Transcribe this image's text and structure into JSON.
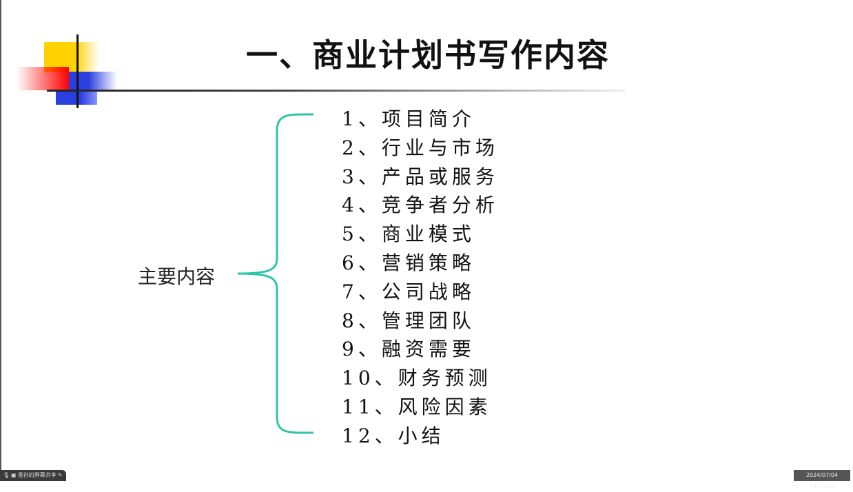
{
  "slide": {
    "title": "一、商业计划书写作内容",
    "group_label": "主要内容",
    "items": [
      "1、项目简介",
      "2、行业与市场",
      "3、产品或服务",
      "4、竞争者分析",
      "5、商业模式",
      "6、营销策略",
      "7、公司战略",
      "8、管理团队",
      "9、融资需要",
      "10、财务预测",
      "11、风险因素",
      "12、小结"
    ],
    "bracket_color": "#2ec4a6"
  },
  "overlay": {
    "share_label": "贵孙的屏幕共享",
    "timestamp": "2024/07/04 14:10:10"
  }
}
